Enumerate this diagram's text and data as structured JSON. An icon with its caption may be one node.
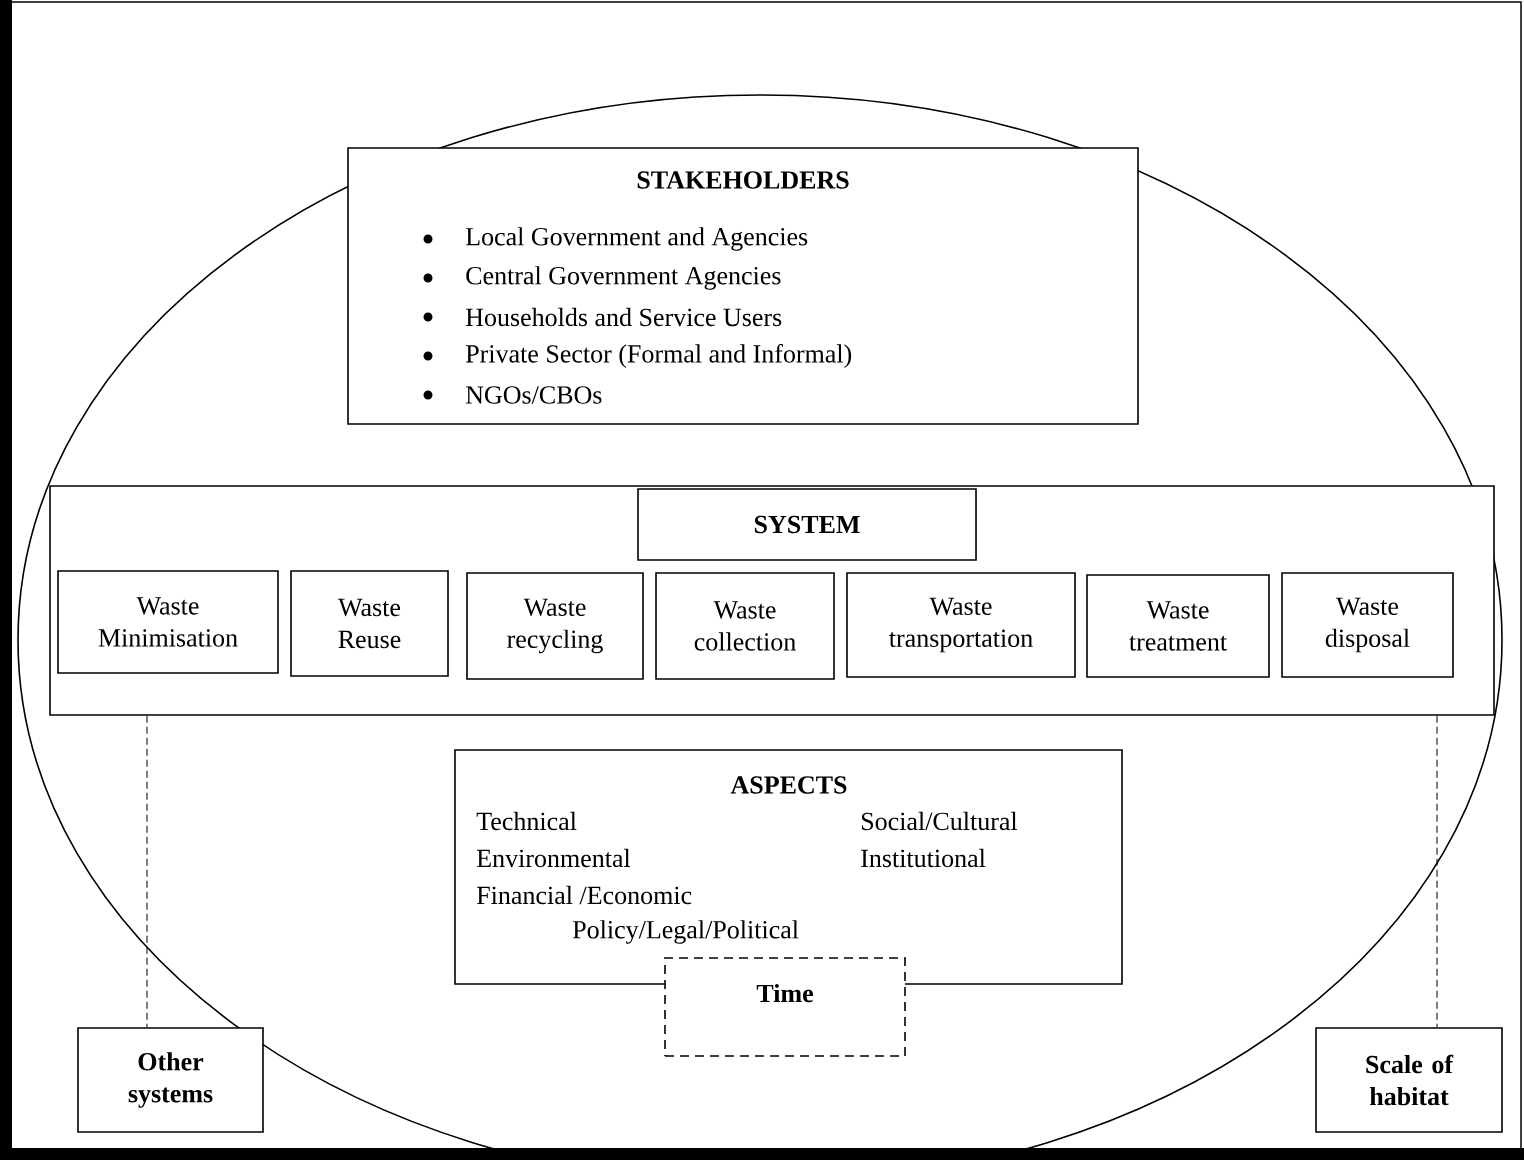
{
  "diagram": {
    "nodes": [
      {
        "text": [
          "STAKEHOLDERS",
          "Local Government and Agencies",
          "Central Government Agencies",
          "Households and Service Users",
          "Private Sector (Formal and Informal)",
          "NGOs/CBOs"
        ]
      },
      {
        "text": [],
        "shape": "box"
      },
      {
        "text": [
          "SYSTEM"
        ],
        "in": 1
      },
      {
        "text": [
          "Waste Minimisation"
        ],
        "in": 1
      },
      {
        "text": [
          "Waste Reuse"
        ],
        "in": 1
      },
      {
        "text": [
          "Waste recycling"
        ],
        "in": 1
      },
      {
        "text": [
          "Waste collection"
        ],
        "in": 1
      },
      {
        "text": [
          "Waste transportation"
        ],
        "in": 1
      },
      {
        "text": [
          "Waste treatment"
        ],
        "in": 1
      },
      {
        "text": [
          "Waste disposal"
        ],
        "in": 1
      },
      {
        "text": [
          "ASPECTS",
          "Technical",
          "Social/Cultural",
          "Environmental",
          "Institutional",
          "Financial /Economic",
          "Policy/Legal/Political"
        ]
      },
      {
        "text": [
          "Time"
        ]
      },
      {
        "text": [
          "Other systems"
        ]
      },
      {
        "text": [
          "Scale of habitat"
        ]
      }
    ],
    "edges": [
      {
        "from": 1,
        "to": 12,
        "arrow": "none",
        "style": "dashed"
      },
      {
        "from": 1,
        "to": 13,
        "arrow": "none",
        "style": "dashed"
      }
    ]
  }
}
